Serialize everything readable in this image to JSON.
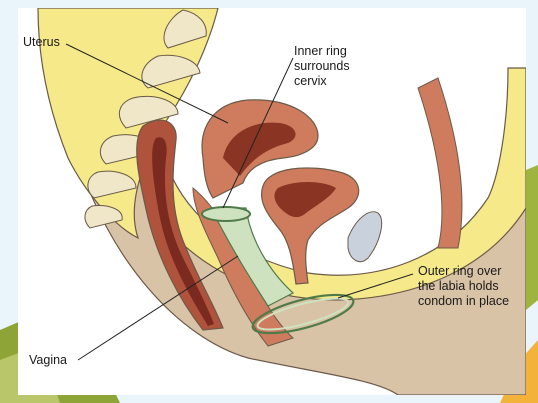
{
  "diagram": {
    "labels": {
      "uterus": "Uterus",
      "inner_ring": [
        "Inner ring",
        "surrounds",
        "cervix"
      ],
      "outer_ring": [
        "Outer ring over",
        "the labia holds",
        "condom in place"
      ],
      "vagina": "Vagina"
    },
    "colors": {
      "background_slide": "#e9f4fb",
      "panel": "#ffffff",
      "fat_yellow": "#f5e98a",
      "tissue_tan": "#d9c3a6",
      "organ_terracotta": "#cf7c5e",
      "organ_dark": "#8a3424",
      "spine_bone": "#efe7c8",
      "bladder_grey": "#c9d2dc",
      "condom_green": "#cfe2c0",
      "condom_outline": "#4f7a4a",
      "slide_green": "#8ea436"
    }
  }
}
